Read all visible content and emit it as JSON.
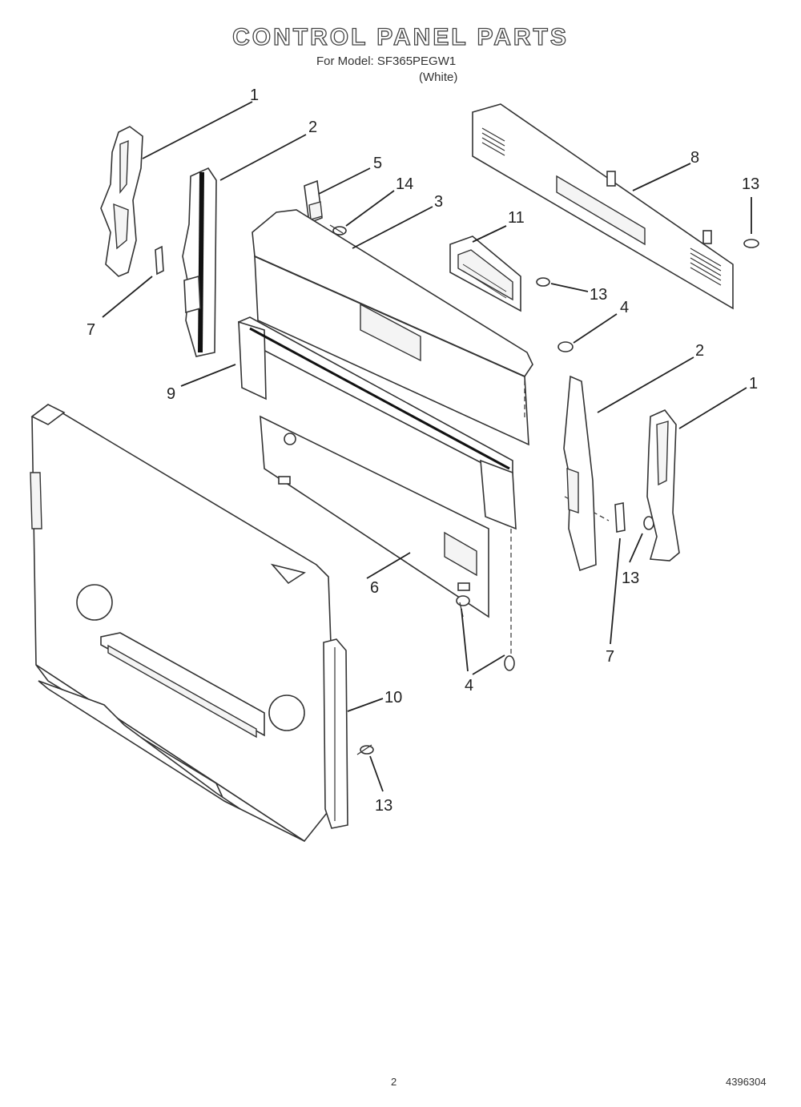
{
  "header": {
    "title": "CONTROL PANEL PARTS",
    "model_line": "For Model: SF365PEGW1",
    "variant": "(White)"
  },
  "callouts": {
    "c1a": "1",
    "c2a": "2",
    "c5": "5",
    "c14": "14",
    "c3": "3",
    "c8": "8",
    "c13a": "13",
    "c11": "11",
    "c13b": "13",
    "c4a": "4",
    "c7a": "7",
    "c9": "9",
    "c2b": "2",
    "c1b": "1",
    "c13c": "13",
    "c6": "6",
    "c4b": "4",
    "c7b": "7",
    "c10": "10",
    "c13d": "13"
  },
  "footer": {
    "page": "2",
    "doc_number": "4396304"
  }
}
